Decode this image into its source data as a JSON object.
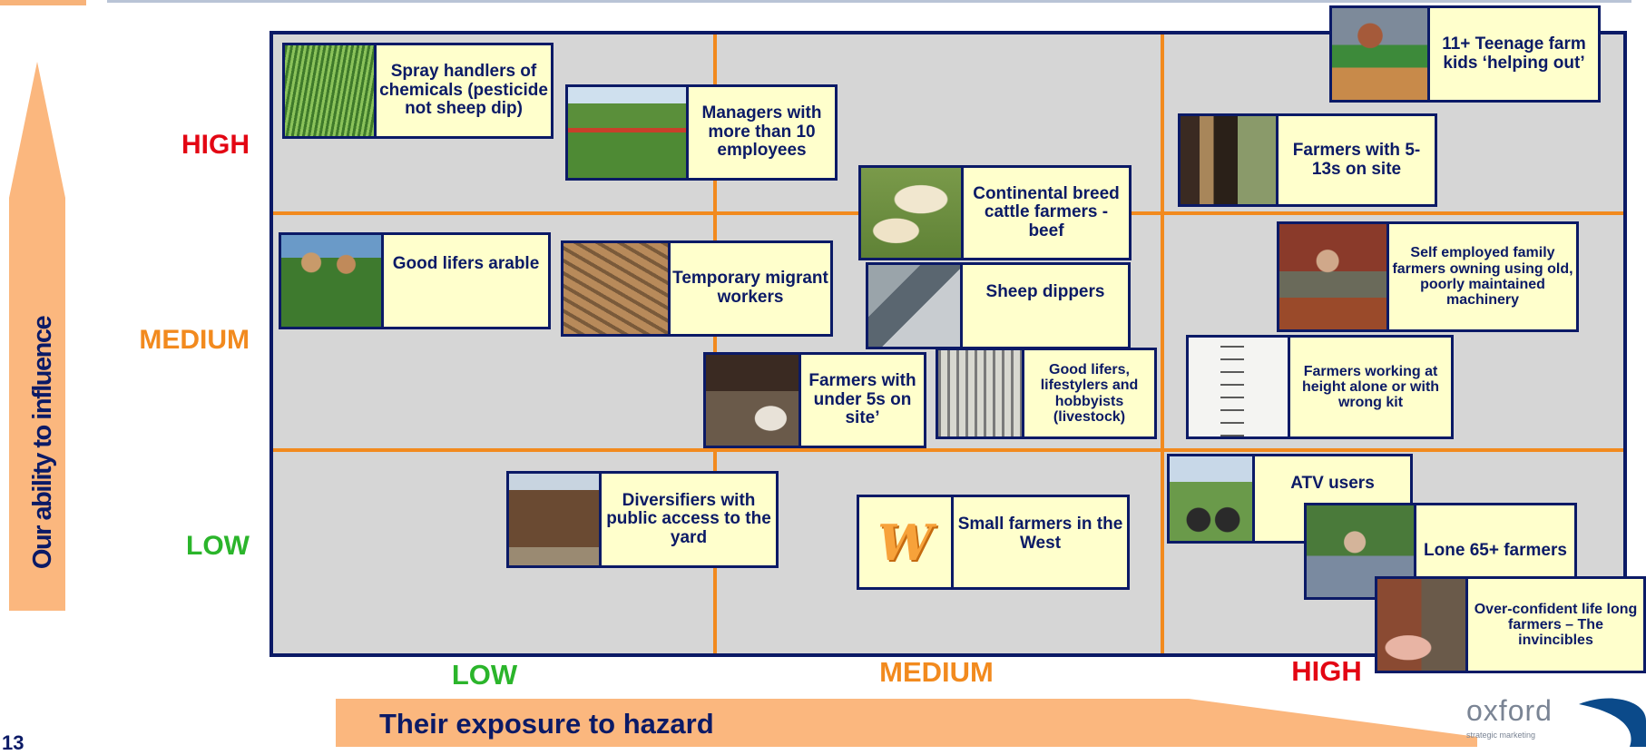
{
  "y_axis": {
    "title": "Our ability to influence",
    "levels": {
      "high": "HIGH",
      "medium": "MEDIUM",
      "low": "LOW"
    }
  },
  "x_axis": {
    "title": "Their exposure to hazard",
    "levels": {
      "low": "LOW",
      "medium": "MEDIUM",
      "high": "HIGH"
    }
  },
  "colors": {
    "high": "#e30613",
    "medium": "#f28a1e",
    "low": "#2bb52b",
    "frame": "#0b1a66",
    "card": "#ffffcc",
    "grid_line": "#f28a1e",
    "arrow": "#fbb77e"
  },
  "segments": [
    {
      "id": "spray",
      "label": "Spray handlers of chemicals (pesticide not sheep dip)",
      "photo": "crop-field-photo"
    },
    {
      "id": "managers",
      "label": "Managers with more than 10 employees",
      "photo": "crop-sprayer-photo"
    },
    {
      "id": "continental",
      "label": "Continental breed cattle farmers - beef",
      "photo": "cattle-photo"
    },
    {
      "id": "teenage",
      "label": "11+ Teenage farm kids ‘helping out’",
      "photo": "kid-vegetables-photo"
    },
    {
      "id": "farmers_513",
      "label": "Farmers with 5-13s on site",
      "photo": "cow-shed-photo"
    },
    {
      "id": "good_arable",
      "label": "Good lifers arable",
      "photo": "couple-garden-photo"
    },
    {
      "id": "temp_migrant",
      "label": "Temporary migrant workers",
      "photo": "crates-photo"
    },
    {
      "id": "sheep_dippers",
      "label": "Sheep dippers",
      "photo": "sheep-dip-photo"
    },
    {
      "id": "self_employed",
      "label": "Self employed family farmers owning using old, poorly maintained machinery",
      "photo": "old-tractor-photo"
    },
    {
      "id": "under5",
      "label": "Farmers with under 5s on site’",
      "photo": "child-goats-photo"
    },
    {
      "id": "good_livestock",
      "label": "Good lifers, lifestylers and hobbyists (livestock)",
      "photo": "pen-photo"
    },
    {
      "id": "height",
      "label": "Farmers working at height alone or with wrong kit",
      "photo": "ladder-photo"
    },
    {
      "id": "diversifiers",
      "label": "Diversifiers with public access to the yard",
      "photo": "barn-photo"
    },
    {
      "id": "small_west",
      "label": "Small farmers in the West",
      "photo": "w-logo",
      "logo_text": "W"
    },
    {
      "id": "atv",
      "label": "ATV users",
      "photo": "quad-bike-photo"
    },
    {
      "id": "lone65",
      "label": "Lone 65+ farmers",
      "photo": "old-farmer-photo"
    },
    {
      "id": "overconfident",
      "label": "Over-confident life long farmers – The invincibles",
      "photo": "pig-photo"
    }
  ],
  "footer": {
    "slide_number": "13",
    "logo_text": "oxford",
    "logo_subtext": "strategic marketing"
  }
}
